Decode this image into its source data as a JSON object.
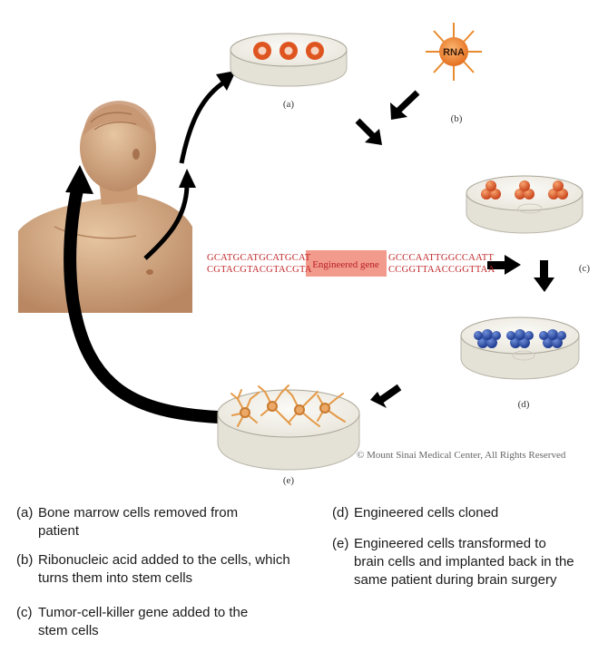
{
  "figure": {
    "labels": {
      "a": "(a)",
      "b": "(b)",
      "c": "(c)",
      "d": "(d)",
      "e": "(e)"
    },
    "rna_label": "RNA",
    "dna": {
      "left_top": "GCATGCATGCATGCAT",
      "left_bottom": "CGTACGTACGTACGTA",
      "gene": "Engineered gene",
      "right_top": "GCCCAATTGGCCAATT",
      "right_bottom": "CCGGTTAACCGGTTAA"
    },
    "copyright": "© Mount Sinai Medical Center, All Rights Reserved",
    "colors": {
      "orange_cell": "#e0561f",
      "blue_cell": "#2b4fb0",
      "neuron": "#e8a45a",
      "arrow": "#000000",
      "gene_box": "#f29a8c",
      "dna_text": "#c0262a"
    }
  },
  "legend": {
    "a_tag": "(a)",
    "a_text": "Bone marrow cells removed from patient",
    "b_tag": "(b)",
    "b_text": "Ribonucleic acid added to the cells, which turns them into stem cells",
    "c_tag": "(c)",
    "c_text": "Tumor-cell-killer gene added to the stem cells",
    "d_tag": "(d)",
    "d_text": "Engineered cells cloned",
    "e_tag": "(e)",
    "e_text": "Engineered cells transformed to brain cells and implanted back in the same patient during brain surgery"
  }
}
